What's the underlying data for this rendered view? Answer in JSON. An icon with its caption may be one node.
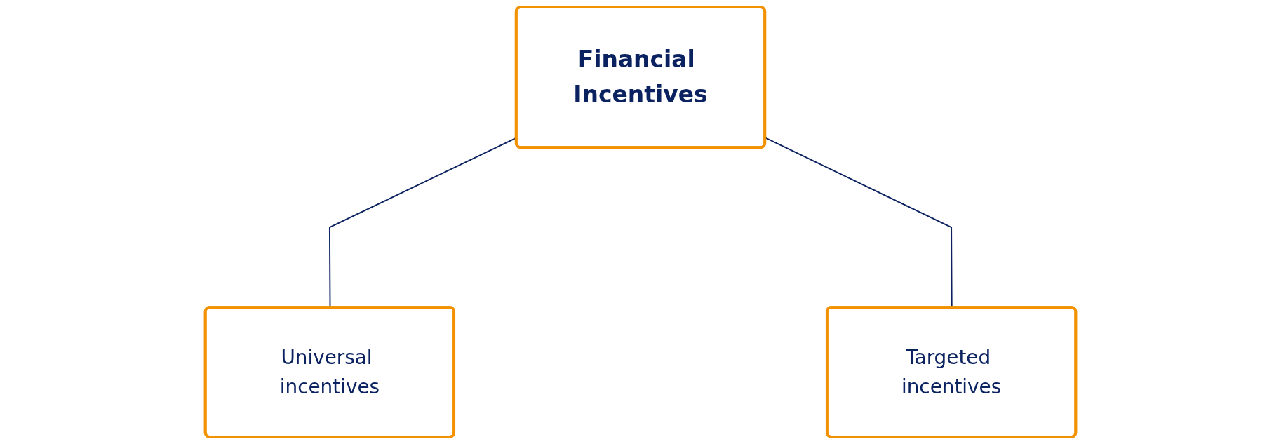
{
  "diagram": {
    "nodes": [
      {
        "text": [
          "Financial Incentives"
        ]
      },
      {
        "text": [
          "Universal incentives"
        ]
      },
      {
        "text": [
          "Targeted incentives"
        ]
      }
    ],
    "edges": [
      {
        "from": 0,
        "to": 1,
        "arrow": "none"
      },
      {
        "from": 0,
        "to": 2,
        "arrow": "none"
      }
    ]
  }
}
